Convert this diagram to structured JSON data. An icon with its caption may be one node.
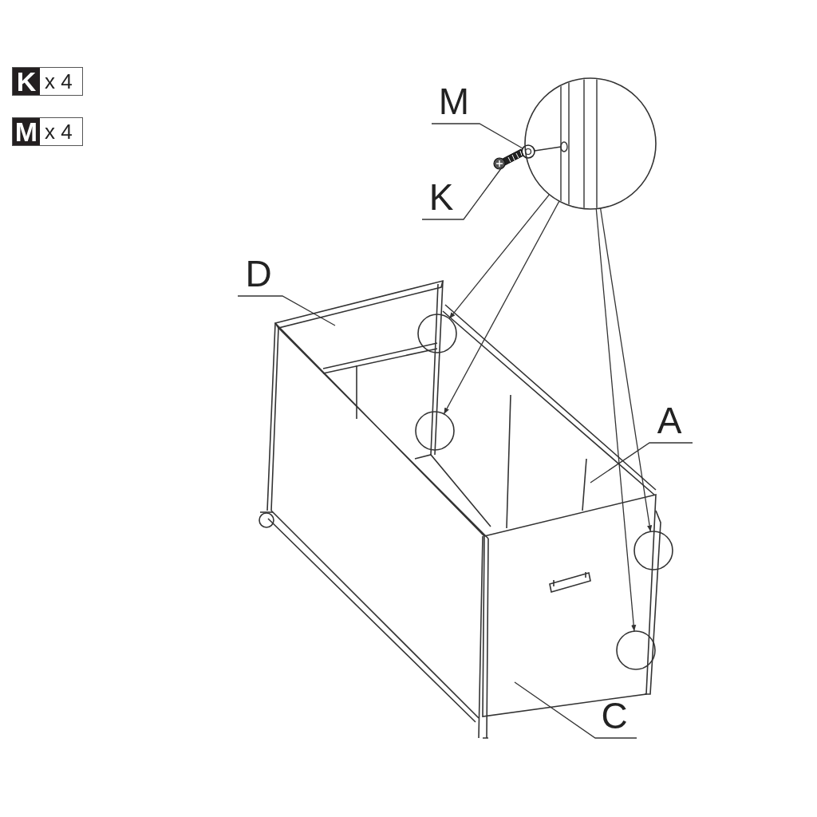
{
  "diagram": {
    "nodes": [
      {
        "text": [
          "M"
        ]
      },
      {
        "text": [
          "K"
        ]
      },
      {
        "text": [],
        "shape": "picture"
      },
      {
        "text": [],
        "shape": "picture"
      },
      {
        "text": [],
        "shape": "circle"
      },
      {
        "text": [],
        "shape": "circle"
      },
      {
        "text": [],
        "shape": "circle"
      },
      {
        "text": [],
        "shape": "circle"
      },
      {
        "text": [],
        "shape": "circle"
      },
      {
        "text": [
          "D"
        ]
      },
      {
        "text": [
          "A"
        ]
      },
      {
        "text": [
          "C"
        ]
      }
    ],
    "edges": [
      {
        "from": 0,
        "to": 2,
        "arrow": "none"
      },
      {
        "from": 1,
        "to": 3,
        "arrow": "none"
      },
      {
        "from": 4,
        "to": 5,
        "arrow": "to"
      },
      {
        "from": 4,
        "to": 6,
        "arrow": "to"
      },
      {
        "from": 4,
        "to": 7,
        "arrow": "to"
      },
      {
        "from": 4,
        "to": 8,
        "arrow": "to"
      },
      {
        "from": 9,
        "to": null,
        "arrow": "none"
      },
      {
        "from": 10,
        "to": null,
        "arrow": "none"
      },
      {
        "from": 11,
        "to": null,
        "arrow": "none"
      }
    ],
    "labels": [
      "K",
      "x 4",
      "M",
      "x 4"
    ]
  }
}
